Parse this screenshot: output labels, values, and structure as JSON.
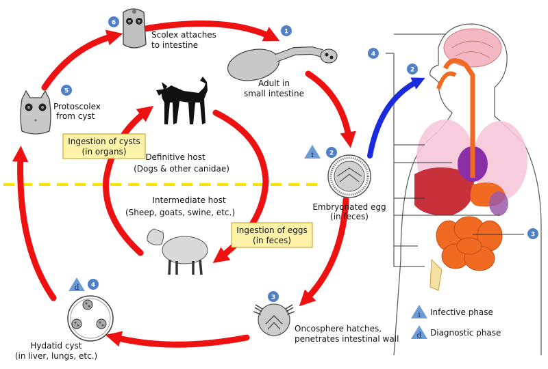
{
  "colors": {
    "cycle_arrow": "#ee1111",
    "human_arrow": "#1a2bdd",
    "divider": "#f4e400",
    "badge": "#4f7fc4",
    "box_fill": "#fdf3a8",
    "box_stroke": "#c29a14",
    "organ": "#f06a22"
  },
  "stages": {
    "s1": {
      "badge": "1",
      "label": [
        "Adult in",
        "small intestine"
      ]
    },
    "s2": {
      "badge": "2",
      "triangle": "i",
      "label": [
        "Embryonated egg",
        "(in feces)"
      ]
    },
    "s3": {
      "badge": "3",
      "label": [
        "Oncosphere hatches,",
        "penetrates intestinal wall"
      ]
    },
    "s4": {
      "badge": "4",
      "triangle": "d",
      "label": [
        "Hydatid cyst",
        "(in liver, lungs, etc.)"
      ]
    },
    "s5": {
      "badge": "5",
      "label": [
        "Protoscolex",
        "from cyst"
      ]
    },
    "s6": {
      "badge": "6",
      "label": [
        "Scolex attaches",
        "to intestine"
      ]
    }
  },
  "hosts": {
    "definitive": [
      "Definitive host",
      "(Dogs & other canidae)"
    ],
    "intermediate": [
      "Intermediate host",
      "(Sheep, goats, swine, etc.)"
    ]
  },
  "boxes": {
    "cysts": [
      "Ingestion of cysts",
      "(in organs)"
    ],
    "eggs": [
      "Ingestion of eggs",
      "(in feces)"
    ]
  },
  "human_badges": {
    "h4": "4",
    "h2": "2",
    "h3": "3"
  },
  "legend": {
    "infective": {
      "symbol": "i",
      "label": "Infective phase"
    },
    "diagnostic": {
      "symbol": "d",
      "label": "Diagnostic phase"
    }
  }
}
